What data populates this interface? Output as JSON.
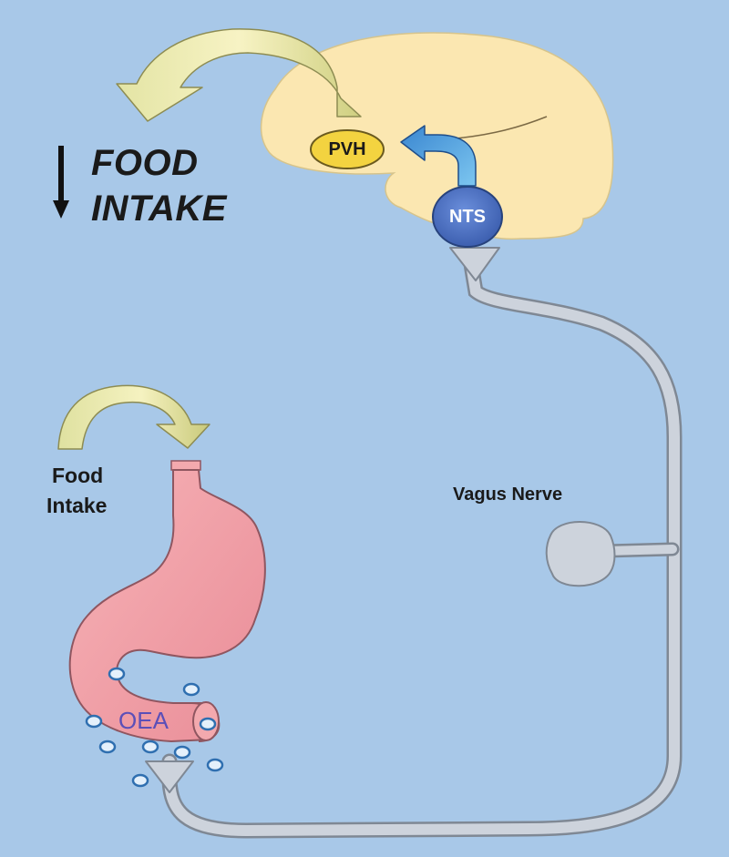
{
  "diagram": {
    "brain_labels": {
      "pvh": "PVH",
      "nts": "NTS"
    },
    "outcome": {
      "line1": "FOOD",
      "line2": "INTAKE",
      "indicator": "down-arrow"
    },
    "food_intake_label": {
      "line1": "Food",
      "line2": "Intake"
    },
    "vagus_label": "Vagus Nerve",
    "oea_label": "OEA",
    "colors": {
      "background": "#a8c8e8",
      "brain": "#fbe7b1",
      "pvh_fill": "#f3d340",
      "nts_fill": "#4a6fc0",
      "nerve": "#cdd3dc",
      "stomach": "#f09ca4",
      "curved_arrow": "#e8e6a0",
      "blue_arrow": "#3d8ed6"
    }
  }
}
